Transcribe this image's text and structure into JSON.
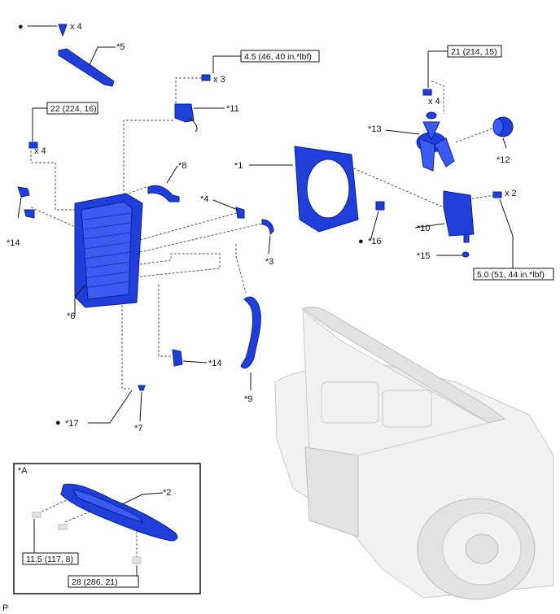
{
  "labels": {
    "p1": "*1",
    "p2": "*2",
    "p3": "*3",
    "p4": "*4",
    "p5": "*5",
    "p6": "*6",
    "p7": "*7",
    "p8": "*8",
    "p9": "*9",
    "p10": "*10",
    "p11": "*11",
    "p12": "*12",
    "p13": "*13",
    "p14a": "*14",
    "p14b": "*14",
    "p15": "*15",
    "p16": "*16",
    "p17": "*17",
    "inset": "*A",
    "footer": "P"
  },
  "bullet": "●",
  "quantities": {
    "clip_top": "x 4",
    "bolt_11": "x 3",
    "bolt_left": "x 4",
    "fan_nut": "x 4",
    "bolt_10": "x 2"
  },
  "torques": {
    "t1": "4.5 (46, 40 in.*lbf)",
    "t2": "21 (214, 15)",
    "t3": "22 (224, 16)",
    "t4": "5.0 (51, 44 in.*lbf)",
    "t5": "11.5 (117, 8)",
    "t6": "28 (286, 21)"
  }
}
